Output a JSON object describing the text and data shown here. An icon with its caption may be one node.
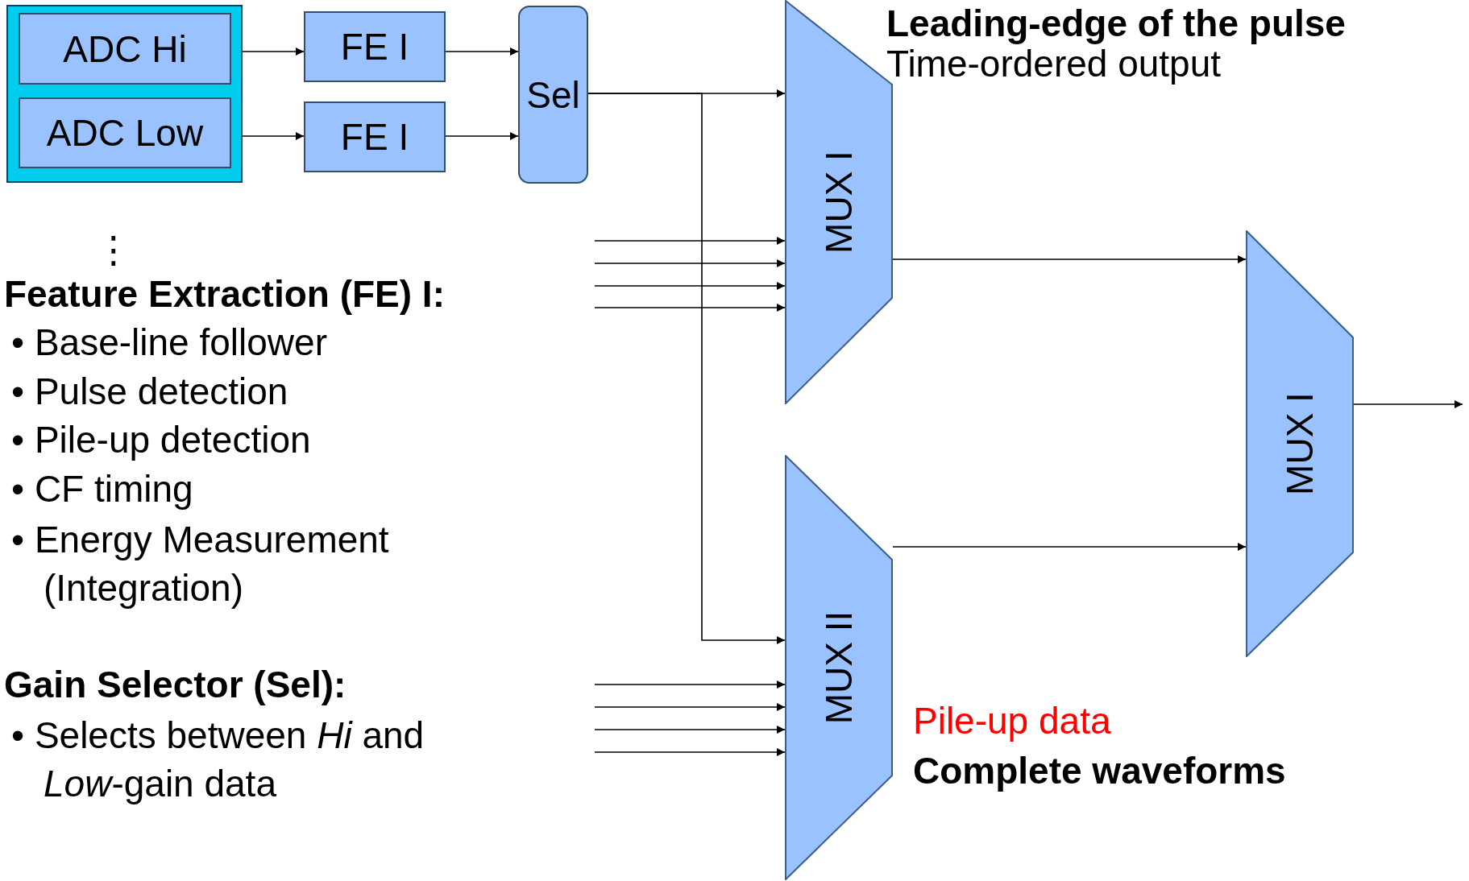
{
  "diagram": {
    "nodes": [
      {
        "text": [],
        "shape": "box"
      },
      {
        "text": [
          "ADC Hi"
        ],
        "in": 0
      },
      {
        "text": [
          "ADC Low"
        ],
        "in": 0
      },
      {
        "text": [
          "FE I"
        ]
      },
      {
        "text": [
          "FE I"
        ]
      },
      {
        "text": [
          "Sel"
        ]
      },
      {
        "text": [
          "MUX I"
        ],
        "beside": [
          "Leading-edge of the pulse",
          "Time-ordered output"
        ]
      },
      {
        "text": [
          "MUX II"
        ],
        "beside": [
          "Pile-up data",
          "Complete waveforms"
        ]
      },
      {
        "text": [
          "MUX I"
        ]
      }
    ],
    "edges": [
      {
        "from": 1,
        "to": 3,
        "arrow": "to"
      },
      {
        "from": 2,
        "to": 4,
        "arrow": "to"
      },
      {
        "from": 3,
        "to": 5,
        "arrow": "to"
      },
      {
        "from": 4,
        "to": 5,
        "arrow": "to"
      },
      {
        "from": 5,
        "to": 6,
        "arrow": "to"
      },
      {
        "from": 5,
        "to": 7,
        "arrow": "to"
      },
      {
        "from": null,
        "to": 6,
        "arrow": "to"
      },
      {
        "from": null,
        "to": 6,
        "arrow": "to"
      },
      {
        "from": null,
        "to": 6,
        "arrow": "to"
      },
      {
        "from": null,
        "to": 6,
        "arrow": "to"
      },
      {
        "from": null,
        "to": 7,
        "arrow": "to"
      },
      {
        "from": null,
        "to": 7,
        "arrow": "to"
      },
      {
        "from": null,
        "to": 7,
        "arrow": "to"
      },
      {
        "from": null,
        "to": 7,
        "arrow": "to"
      },
      {
        "from": 6,
        "to": 8,
        "arrow": "to"
      },
      {
        "from": 7,
        "to": 8,
        "arrow": "to"
      },
      {
        "from": 8,
        "to": null,
        "arrow": "to"
      }
    ],
    "labels": [
      "⋮",
      "**Feature Extraction (FE) I:**",
      "• Base-line follower",
      "• Pulse detection",
      "• Pile-up detection",
      "• CF timing",
      "• Energy Measurement (Integration)",
      "**Gain Selector (Sel):**",
      "• Selects between *Hi* and *Low*-gain data"
    ]
  }
}
